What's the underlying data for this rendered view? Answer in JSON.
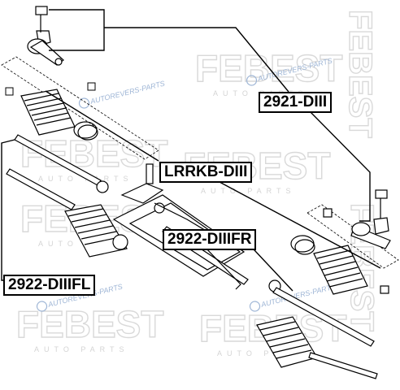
{
  "brand": {
    "watermark": "FEBEST",
    "watermark_sub": "AUTO PARTS",
    "watermark_url": "AUTOREVERS-PARTS",
    "watermark_color": "#d9d9d9"
  },
  "callouts": {
    "tie_rod_end": "2921-DIII",
    "steering_rack": "LRRKB-DIII",
    "boot_front_right": "2922-DIIIFR",
    "boot_front_left": "2922-DIIIFL"
  },
  "colors": {
    "line": "#000000",
    "background": "#ffffff"
  }
}
